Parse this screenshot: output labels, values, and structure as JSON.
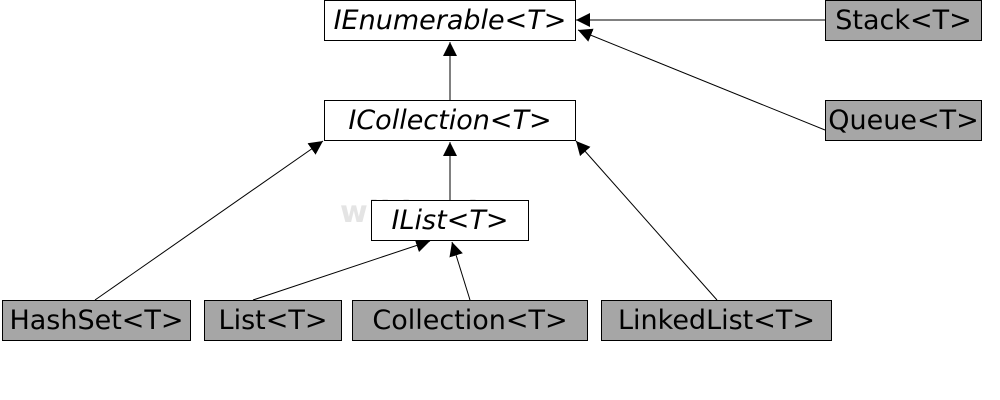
{
  "nodes": {
    "ienumerable": "IEnumerable<T>",
    "icollection": "ICollection<T>",
    "ilist": "IList<T>",
    "stack": "Stack<T>",
    "queue": "Queue<T>",
    "hashset": "HashSet<T>",
    "list": "List<T>",
    "collection": "Collection<T>",
    "linkedlist": "LinkedList<T>"
  },
  "watermark": "wikitechy",
  "colors": {
    "interface_fill": "#ffffff",
    "class_fill": "#a6a6a6",
    "stroke": "#000000"
  },
  "edges": [
    {
      "from": "stack",
      "to": "ienumerable"
    },
    {
      "from": "queue",
      "to": "ienumerable"
    },
    {
      "from": "icollection",
      "to": "ienumerable"
    },
    {
      "from": "ilist",
      "to": "icollection"
    },
    {
      "from": "hashset",
      "to": "icollection"
    },
    {
      "from": "linkedlist",
      "to": "icollection"
    },
    {
      "from": "list",
      "to": "ilist"
    },
    {
      "from": "collection",
      "to": "ilist"
    }
  ]
}
